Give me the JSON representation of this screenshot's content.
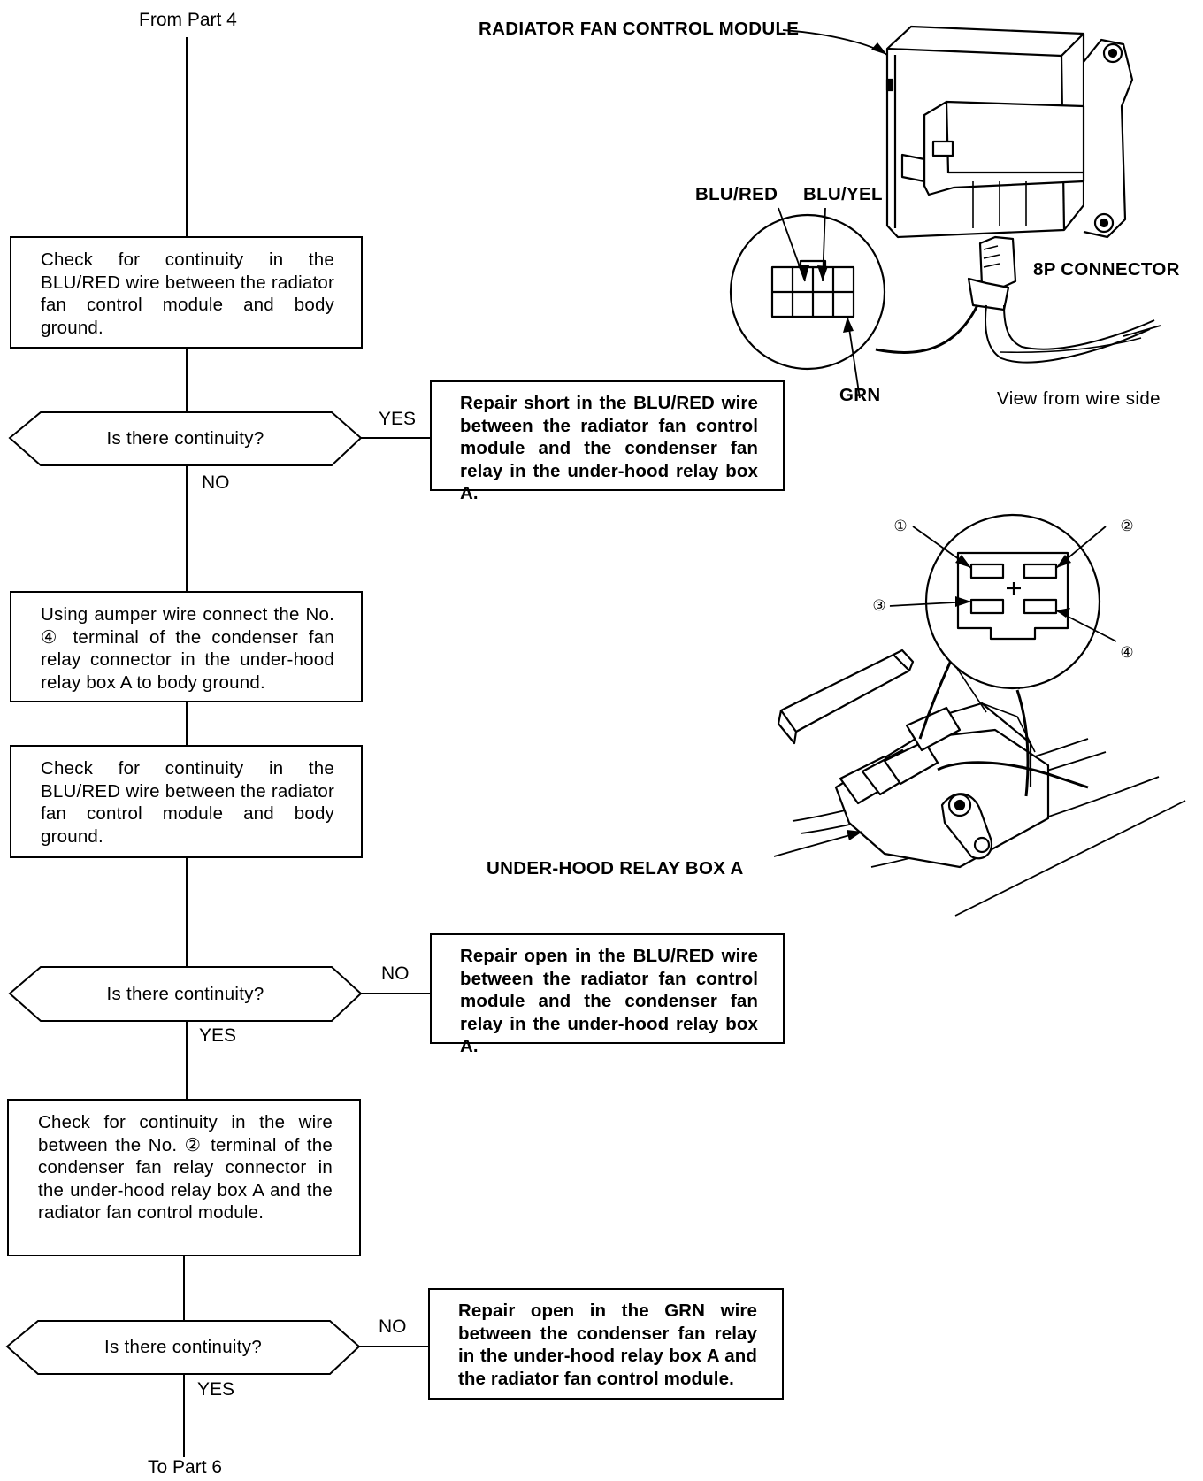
{
  "flow": {
    "start_label": "From Part 4",
    "end_label": "To Part 6",
    "step1": "Check for continuity in the BLU/RED wire between the radiator fan control module and body ground.",
    "decision1": {
      "question": "Is there continuity?",
      "branch_right": "YES",
      "branch_down": "NO"
    },
    "action1": "Repair short in the BLU/RED wire between the radiator fan control module and the condenser fan relay in the under-hood relay box A.",
    "step2": "Using aumper wire connect the No. ④ terminal of the condenser fan relay connector in the under-hood relay box A to body ground.",
    "step3": "Check for continuity in the BLU/RED wire between the radiator fan control module and body ground.",
    "decision2": {
      "question": "Is there continuity?",
      "branch_right": "NO",
      "branch_down": "YES"
    },
    "action2": "Repair open in the BLU/RED wire between the radiator fan control module and the condenser fan relay in the under-hood relay box A.",
    "step4": "Check for continuity in the wire between the No. ② terminal of the condenser fan relay connector in the under-hood relay box A and the radiator fan control module.",
    "decision3": {
      "question": "Is there continuity?",
      "branch_right": "NO",
      "branch_down": "YES"
    },
    "action3": "Repair open in the GRN wire between the condenser fan relay in the under-hood relay box A and the radiator fan control module."
  },
  "illustration_top": {
    "module_label": "RADIATOR FAN CONTROL MODULE",
    "wire1_label": "BLU/RED",
    "wire2_label": "BLU/YEL",
    "connector_label": "8P CONNECTOR",
    "wire3_label": "GRN",
    "view_label": "View from wire side"
  },
  "illustration_bottom": {
    "terminal_1": "①",
    "terminal_2": "②",
    "terminal_3": "③",
    "terminal_4": "④",
    "relay_box_label": "UNDER-HOOD RELAY BOX A"
  }
}
